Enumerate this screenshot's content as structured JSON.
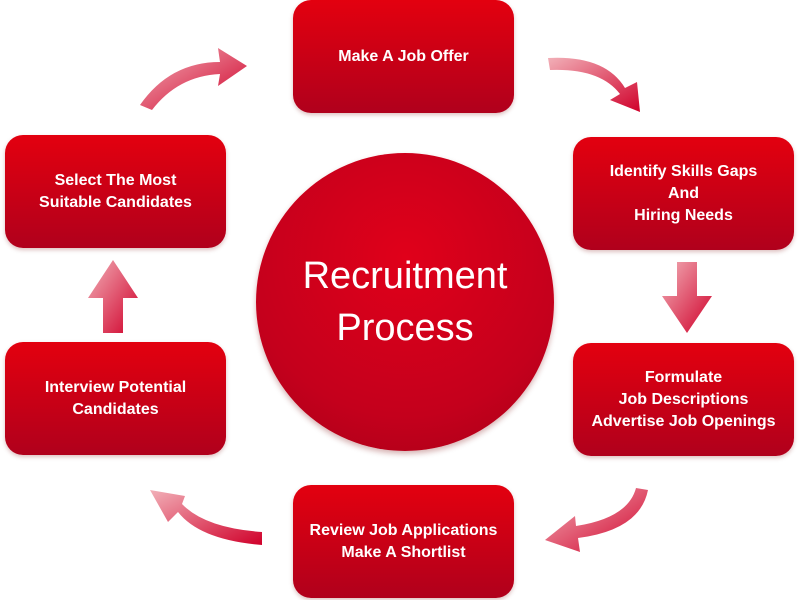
{
  "title": [
    "Recruitment",
    "Process"
  ],
  "steps": [
    {
      "lines": [
        "Make A Job Offer"
      ]
    },
    {
      "lines": [
        "Identify Skills Gaps",
        "And",
        "Hiring Needs"
      ]
    },
    {
      "lines": [
        "Formulate",
        "Job Descriptions",
        "Advertise Job Openings"
      ]
    },
    {
      "lines": [
        "Review Job Applications",
        "Make A Shortlist"
      ]
    },
    {
      "lines": [
        "Interview Potential",
        "Candidates"
      ]
    },
    {
      "lines": [
        "Select The Most",
        "Suitable Candidates"
      ]
    }
  ],
  "colors": {
    "primary": "#d6001a",
    "dark": "#b0001c"
  }
}
